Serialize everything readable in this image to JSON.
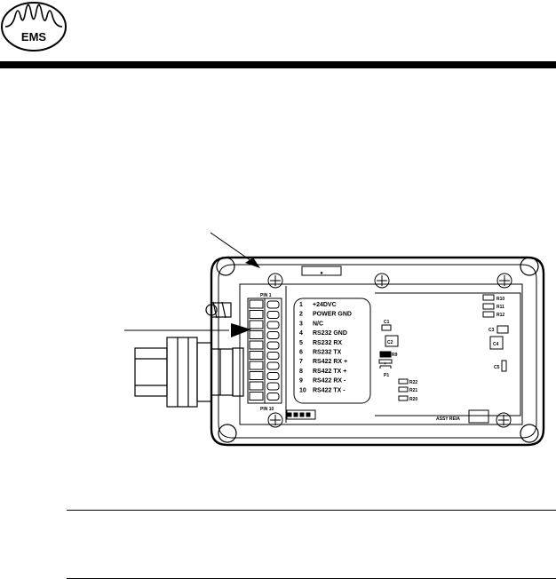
{
  "logo": {
    "text": "EMS"
  },
  "pinout": {
    "pins": [
      {
        "num": "1",
        "label": "+24DVC"
      },
      {
        "num": "2",
        "label": "POWER GND"
      },
      {
        "num": "3",
        "label": "N/C"
      },
      {
        "num": "4",
        "label": "RS232 GND"
      },
      {
        "num": "5",
        "label": "RS232 RX"
      },
      {
        "num": "6",
        "label": "RS232 TX"
      },
      {
        "num": "7",
        "label": "RS422 RX +"
      },
      {
        "num": "8",
        "label": "RS422 TX +"
      },
      {
        "num": "9",
        "label": "RS422 RX -"
      },
      {
        "num": "10",
        "label": "RS422 TX -"
      }
    ]
  },
  "board_labels": {
    "pin_top": "PIN 1",
    "pin_bottom": "PIN 10",
    "c1": "C1",
    "c2": "C2",
    "r9": "R9",
    "p1": "P1",
    "r10": "R10",
    "r11": "R11",
    "r12": "R12",
    "c3": "C3",
    "c4": "C4",
    "c5": "C5",
    "r22": "R22",
    "r21": "R21",
    "r20": "R20",
    "assy": "ASSY REIA",
    "plus": "+"
  }
}
